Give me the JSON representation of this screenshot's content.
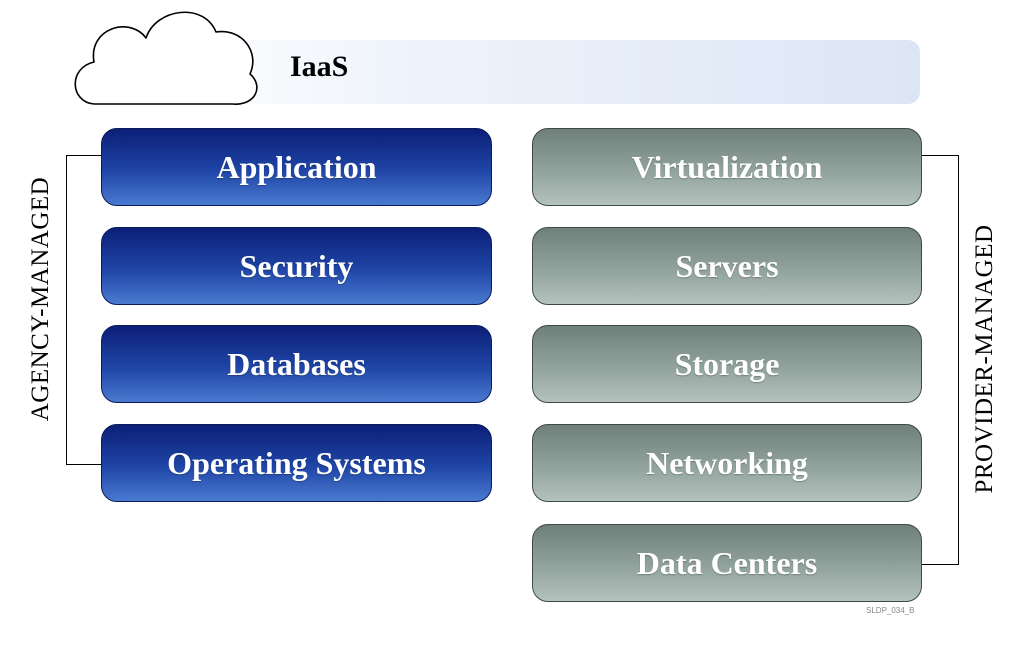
{
  "banner": {
    "title": "IaaS",
    "icon": "cloud-icon"
  },
  "agency": {
    "label": "AGENCY-MANAGED",
    "items": [
      "Application",
      "Security",
      "Databases",
      "Operating Systems"
    ],
    "color": "#1f45a6"
  },
  "provider": {
    "label": "PROVIDER-MANAGED",
    "items": [
      "Virtualization",
      "Servers",
      "Storage",
      "Networking",
      "Data Centers"
    ],
    "color": "#95a6a1"
  },
  "footnote": "SLDP_034_B"
}
